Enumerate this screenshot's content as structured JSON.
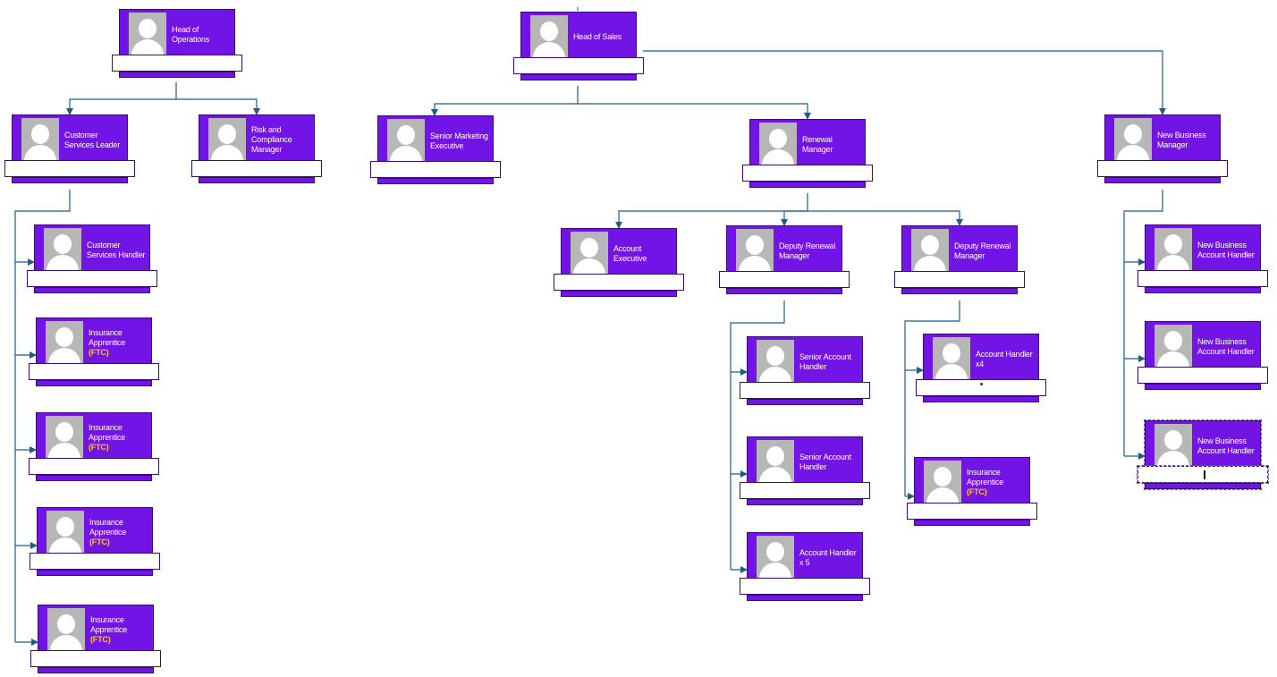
{
  "colors": {
    "node": "#7314e6",
    "connector": "#1f5d8a",
    "tag": "#ffc61a"
  },
  "avatar_icon": "person-placeholder-icon",
  "nodes": [
    {
      "id": "head-of-operations",
      "title": "Head of\nOperations",
      "tag": ""
    },
    {
      "id": "customer-services-leader",
      "title": "Customer\nServices Leader",
      "tag": ""
    },
    {
      "id": "risk-and-compliance-manager",
      "title": "Risk and\nCompliance\nManager",
      "tag": ""
    },
    {
      "id": "customer-services-handler",
      "title": "Customer\nServices Handler",
      "tag": ""
    },
    {
      "id": "insurance-apprentice-1",
      "title": "Insurance\nApprentice",
      "tag": "(FTC)"
    },
    {
      "id": "insurance-apprentice-2",
      "title": "Insurance\nApprentice",
      "tag": "(FTC)"
    },
    {
      "id": "insurance-apprentice-3",
      "title": "Insurance\nApprentice",
      "tag": "(FTC)"
    },
    {
      "id": "insurance-apprentice-4",
      "title": "Insurance\nApprentice",
      "tag": "(FTC)"
    },
    {
      "id": "head-of-sales",
      "title": "Head of Sales",
      "tag": ""
    },
    {
      "id": "senior-marketing-executive",
      "title": "Senior Marketing\nExecutive",
      "tag": ""
    },
    {
      "id": "renewal-manager",
      "title": "Renewal\nManager",
      "tag": ""
    },
    {
      "id": "new-business-manager",
      "title": "New Business\nManager",
      "tag": ""
    },
    {
      "id": "account-executive",
      "title": "Account\nExecutive",
      "tag": ""
    },
    {
      "id": "deputy-renewal-manager-1",
      "title": "Deputy Renewal\nManager",
      "tag": ""
    },
    {
      "id": "deputy-renewal-manager-2",
      "title": "Deputy Renewal\nManager",
      "tag": ""
    },
    {
      "id": "senior-account-handler-1",
      "title": "Senior Account\nHandler",
      "tag": ""
    },
    {
      "id": "senior-account-handler-2",
      "title": "Senior Account\nHandler",
      "tag": ""
    },
    {
      "id": "account-handler-x5",
      "title": "Account Handler\nx 5",
      "tag": ""
    },
    {
      "id": "account-handler-x4",
      "title": "Account Handler\nx4",
      "tag": ""
    },
    {
      "id": "insurance-apprentice-5",
      "title": "Insurance\nApprentice",
      "tag": "(FTC)"
    },
    {
      "id": "new-business-account-handler-1",
      "title": "New Business\nAccount Handler",
      "tag": ""
    },
    {
      "id": "new-business-account-handler-2",
      "title": "New Business\nAccount Handler",
      "tag": ""
    },
    {
      "id": "new-business-account-handler-3",
      "title": "New Business\nAccount Handler",
      "tag": ""
    }
  ]
}
